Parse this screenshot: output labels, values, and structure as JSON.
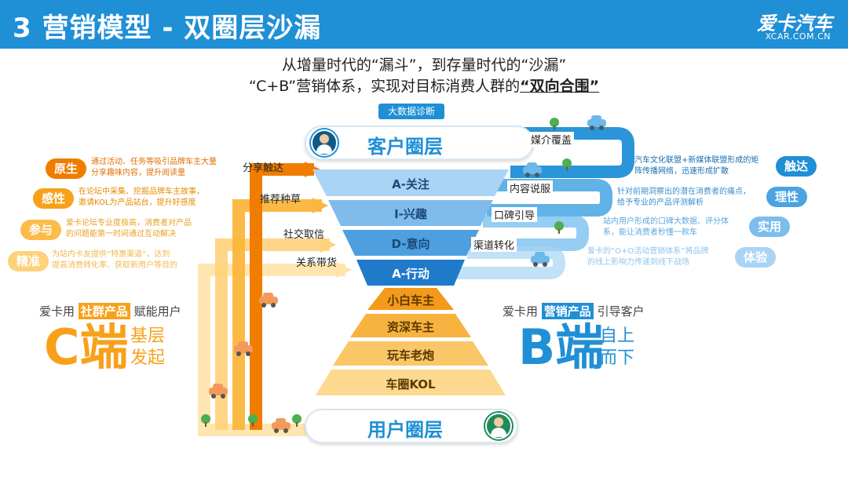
{
  "header": {
    "title": "3 营销模型 - 双圈层沙漏",
    "logo_cn": "爱卡汽车",
    "logo_en": "XCAR.COM.CN"
  },
  "subtitle": {
    "line1": "从增量时代的“漏斗”，到存量时代的“沙漏”",
    "line2_prefix": "“C+B”营销体系，实现对目标消费人群的",
    "line2_emph": "“双向合围”"
  },
  "big_data_tag": "大数据诊断",
  "layers": {
    "top": "客户圈层",
    "bottom": "用户圈层"
  },
  "funnel": [
    "A-关注",
    "I-兴趣",
    "D-意向",
    "A-行动"
  ],
  "cone": [
    "小白车主",
    "资深车主",
    "玩车老炮",
    "车圈KOL"
  ],
  "left_channels": [
    "分享触达",
    "推荐种草",
    "社交取信",
    "关系带货"
  ],
  "right_channels": [
    "媒介覆盖",
    "内容说服",
    "口碑引导",
    "渠道转化"
  ],
  "left_tags": [
    {
      "label": "原生",
      "desc1": "通过活动、任务等吸引品牌车主大量",
      "desc2": "分享趣味内容，提升阅读量"
    },
    {
      "label": "感性",
      "desc1": "在论坛中采集、挖掘品牌车主故事，",
      "desc2": "邀请KOL为产品站台，提升好感度"
    },
    {
      "label": "参与",
      "desc1": "爱卡论坛专业度极高，消费者对产品",
      "desc2": "的问题能第一时间通过互动解决"
    },
    {
      "label": "精准",
      "desc1": "为站内卡友提供“特惠渠道”，达到",
      "desc2": "提高消费转化率、获取新用户等目的"
    }
  ],
  "right_tags": [
    {
      "label": "触达",
      "desc1": "汽车文化联盟+新媒体联盟形成的矩",
      "desc2": "阵传播网络，迅速形成扩散"
    },
    {
      "label": "理性",
      "desc1": "针对前期洞察出的潜在消费者的痛点，",
      "desc2": "给予专业的产品评测解析"
    },
    {
      "label": "实用",
      "desc1": "站内用户形成的口碑大数据、评分体",
      "desc2": "系，能让消费者秒懂一款车"
    },
    {
      "label": "体验",
      "desc1": "爱卡的“O+O活动营销体系”将品牌",
      "desc2": "的线上影响力传递到线下战场"
    }
  ],
  "c_side": {
    "prefix": "爱卡用",
    "highlight": "社群产品",
    "suffix": "赋能用户",
    "letter": "C端",
    "word1": "基层",
    "word2": "发起"
  },
  "b_side": {
    "prefix": "爱卡用",
    "highlight": "营销产品",
    "suffix": "引导客户",
    "letter": "B端",
    "word1": "自上",
    "word2": "而下"
  },
  "colors": {
    "blue": "#1f8fd6",
    "orange": "#f7a11b",
    "dark_orange": "#f07d00"
  }
}
